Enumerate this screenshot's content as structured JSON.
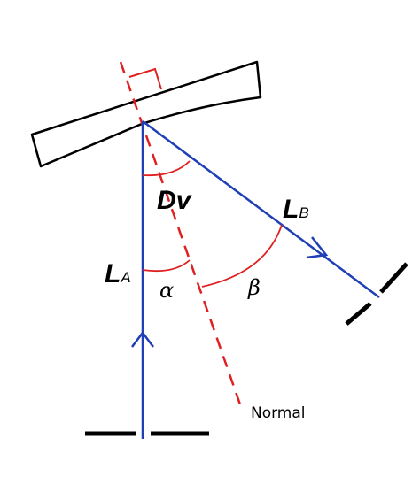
{
  "labels": {
    "deviation": "Dv",
    "ray_a_letter": "L",
    "ray_a_sub": "A",
    "ray_b_letter": "L",
    "ray_b_sub": "B",
    "alpha": "α",
    "beta": "β",
    "normal": "Normal"
  },
  "colors": {
    "ray": "#1f3fb6",
    "normal_line": "#e02020",
    "angle_arc": "#e02020",
    "mirror": "#000000",
    "text": "#000000"
  }
}
